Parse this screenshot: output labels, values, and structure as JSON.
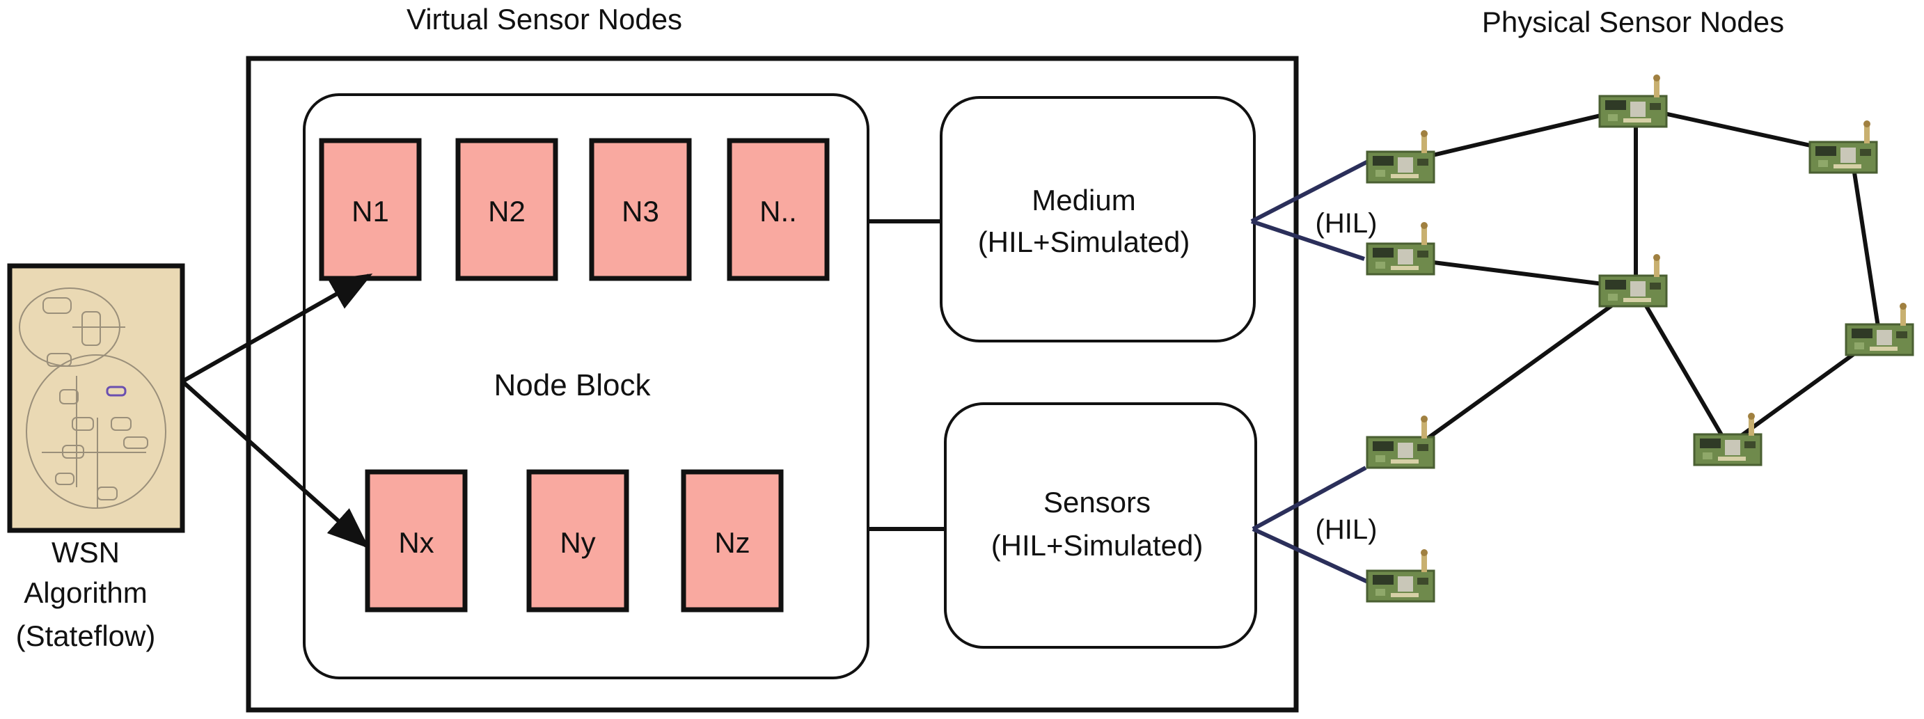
{
  "labels": {
    "virtual_title": "Virtual Sensor Nodes",
    "physical_title": "Physical Sensor Nodes",
    "node_block": "Node Block",
    "medium_line1": "Medium",
    "medium_line2": "(HIL+Simulated)",
    "sensors_line1": "Sensors",
    "sensors_line2": "(HIL+Simulated)",
    "hil_top": "(HIL)",
    "hil_bottom": "(HIL)",
    "wsn_line1": "WSN",
    "wsn_line2": "Algorithm",
    "wsn_line3": "(Stateflow)"
  },
  "nodes": {
    "n1": "N1",
    "n2": "N2",
    "n3": "N3",
    "n4": "N..",
    "nx": "Nx",
    "ny": "Ny",
    "nz": "Nz"
  },
  "colors": {
    "node_fill": "#f9a9a0",
    "stateflow_fill": "#ead9b4",
    "hil_link": "#2b2f5a",
    "mote_board": "#6f8a4c"
  }
}
